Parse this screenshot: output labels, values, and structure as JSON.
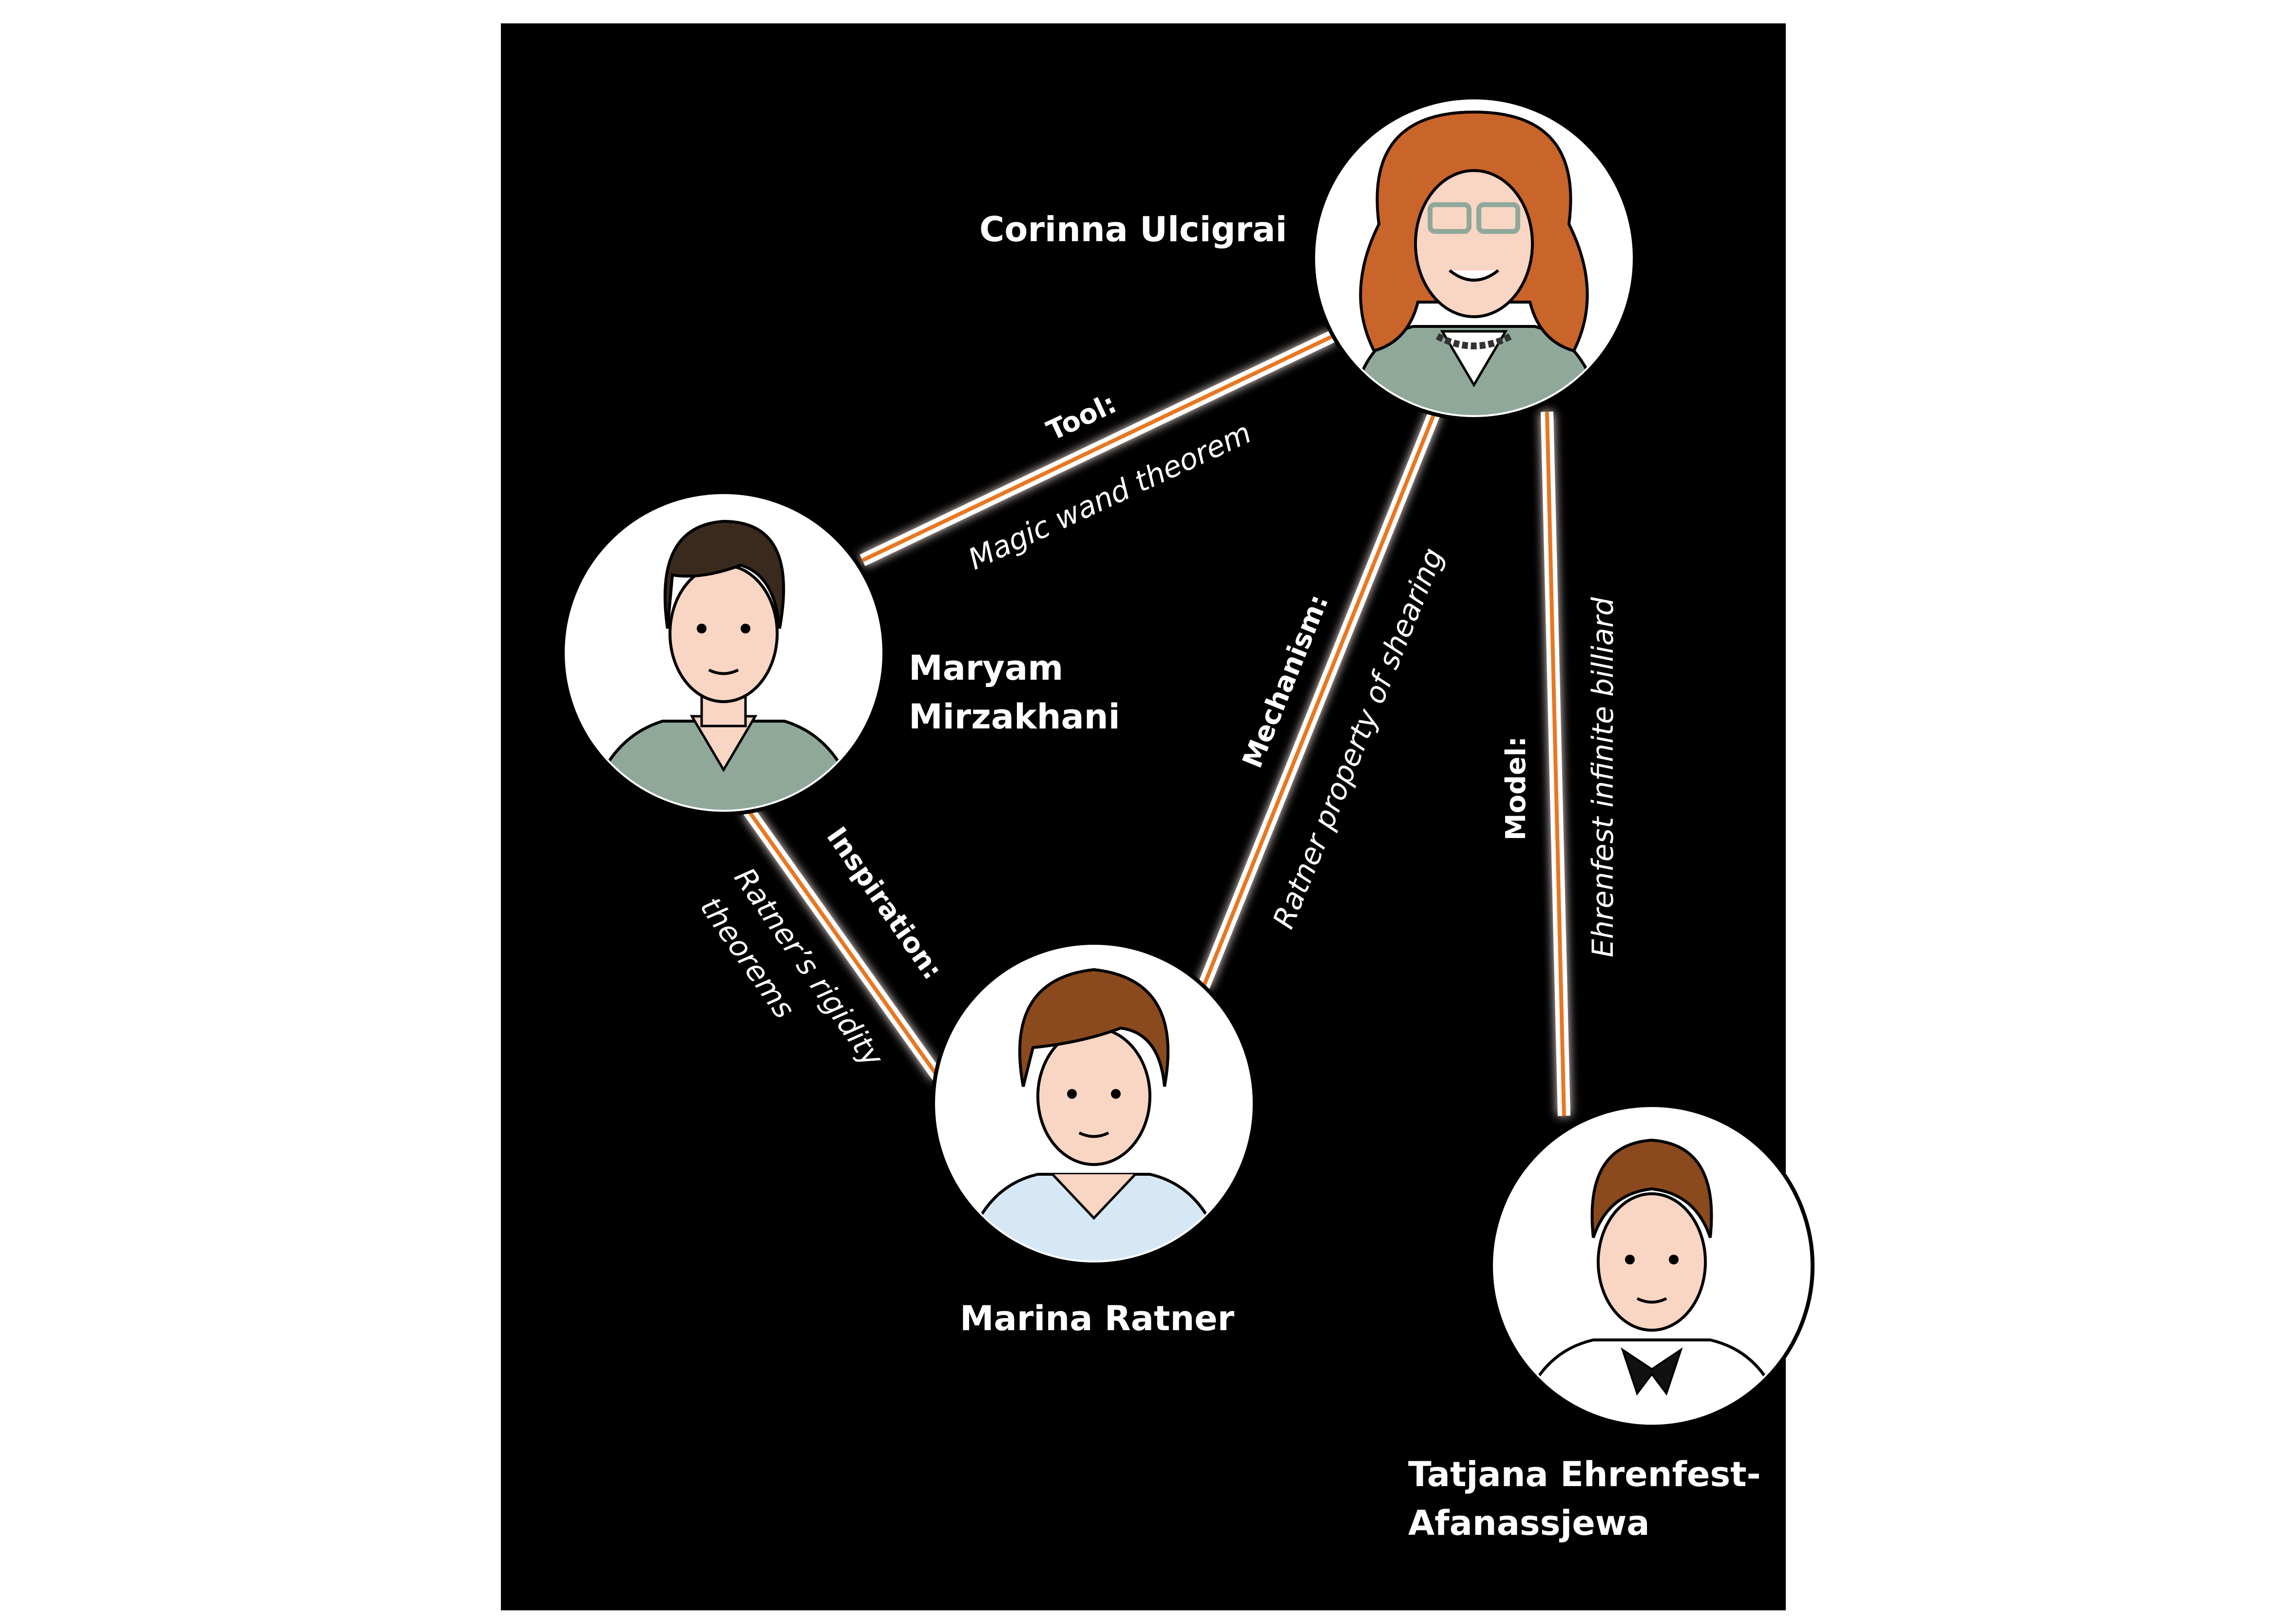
{
  "colors": {
    "background": "#000000",
    "line_outer": "#ffffff",
    "line_inner": "#e87722",
    "node_fill": "#ffffff",
    "skin": "#f9d5c4",
    "hair_orange": "#c9642a",
    "hair_dark": "#3a2a1e",
    "hair_brown": "#8a4a1e",
    "shirt_green": "#8fa89a"
  },
  "people": {
    "ulcigrai": {
      "name": "Corinna Ulcigrai"
    },
    "mirzakhani": {
      "name_line1": "Maryam",
      "name_line2": "Mirzakhani"
    },
    "ratner": {
      "name": "Marina Ratner"
    },
    "ehrenfest": {
      "name_line1": "Tatjana Ehrenfest-",
      "name_line2": "Afanassjewa"
    }
  },
  "connections": {
    "tool": {
      "kind": "Tool:",
      "text": "Magic wand theorem"
    },
    "inspiration": {
      "kind": "Inspiration:",
      "text_line1": "Ratner’s rigidity",
      "text_line2": "theorems"
    },
    "mechanism": {
      "kind": "Mechanism:",
      "text": "Ratner property of shearing"
    },
    "model": {
      "kind": "Model:",
      "text": "Ehrenfest infinite billiard"
    }
  }
}
